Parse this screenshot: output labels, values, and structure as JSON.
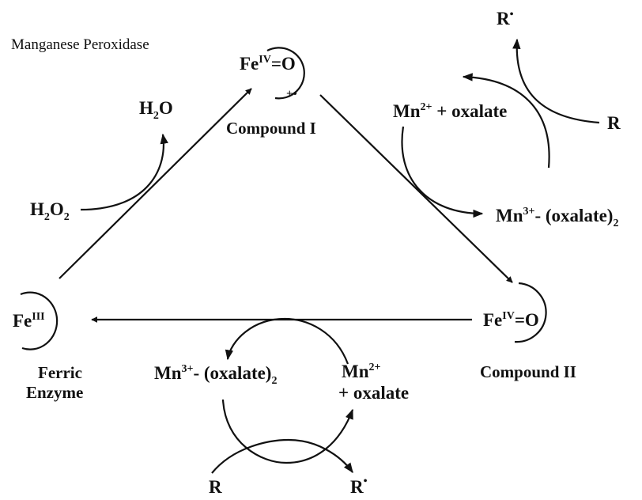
{
  "title": "Manganese Peroxidase",
  "species": {
    "compound_one": {
      "fe": "Fe",
      "ox": "IV",
      "oxo": "=O",
      "radical": "+•",
      "name": "Compound I"
    },
    "compound_two": {
      "fe": "Fe",
      "ox": "IV",
      "oxo": "=O",
      "name": "Compound II"
    },
    "ferric": {
      "fe": "Fe",
      "ox": "III",
      "name_line1": "Ferric",
      "name_line2": "Enzyme"
    }
  },
  "reagents": {
    "h2o2": {
      "h": "H",
      "sub1": "2",
      "o": "O",
      "sub2": "2"
    },
    "h2o": {
      "h": "H",
      "sub": "2",
      "o": "O"
    },
    "mn2_top": {
      "mn": "Mn",
      "charge": "2+",
      "rest": " +  oxalate"
    },
    "mn3_top": {
      "mn": "Mn",
      "charge": "3+",
      "rest": "- (oxalate)",
      "sub": "2"
    },
    "mn3_bottom": {
      "mn": "Mn",
      "charge": "3+",
      "rest": "- (oxalate)",
      "sub": "2"
    },
    "mn2_bottom": {
      "mn": "Mn",
      "charge": "2+",
      "line2": "+  oxalate"
    },
    "r_top": {
      "r": "R",
      "dot": "•"
    },
    "r_right": {
      "r": "R"
    },
    "r_bottom_left": {
      "r": "R"
    },
    "r_bottom_right": {
      "r": "R",
      "dot": "•"
    }
  }
}
